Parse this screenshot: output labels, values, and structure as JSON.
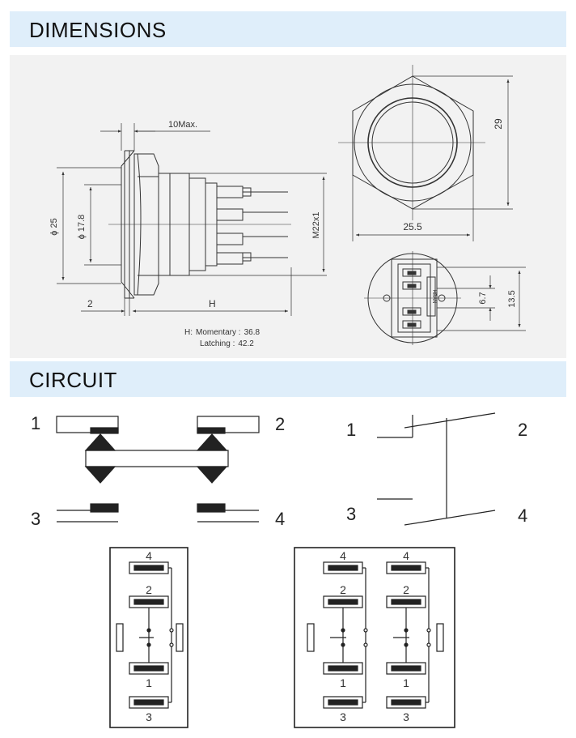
{
  "sections": {
    "dimensions": "DIMENSIONS",
    "circuit": "CIRCUIT"
  },
  "side_view": {
    "dim_10max": "10Max.",
    "dim_phi25": "ϕ 25",
    "dim_phi178": "ϕ 17.8",
    "dim_m22": "M22x1",
    "dim_2": "2",
    "dim_h": "H"
  },
  "front_view": {
    "dim_29": "29",
    "dim_255": "25.5"
  },
  "rear_view": {
    "dim_67": "6.7",
    "dim_135": "13.5",
    "logo_text": "HBAN"
  },
  "h_note": {
    "prefix": "H:",
    "momentary_label": "Momentary :",
    "momentary_value": "36.8",
    "latching_label": "Latching  :",
    "latching_value": "42.2"
  },
  "circuit_left": {
    "t1": "1",
    "t2": "2",
    "t3": "3",
    "t4": "4"
  },
  "circuit_right": {
    "t1": "1",
    "t2": "2",
    "t3": "3",
    "t4": "4"
  },
  "pin_single": {
    "p4": "4",
    "p2": "2",
    "p1": "1",
    "p3": "3"
  },
  "pin_double": {
    "a4": "4",
    "a2": "2",
    "a1": "1",
    "a3": "3",
    "b4": "4",
    "b2": "2",
    "b1": "1",
    "b3": "3"
  }
}
